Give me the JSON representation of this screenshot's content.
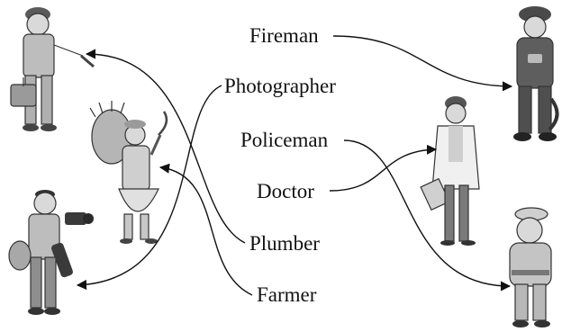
{
  "labels": {
    "fireman": "Fireman",
    "photographer": "Photographer",
    "policeman": "Policeman",
    "doctor": "Doctor",
    "plumber": "Plumber",
    "farmer": "Farmer"
  },
  "matches": [
    {
      "label": "Fireman",
      "picture": "fireman"
    },
    {
      "label": "Photographer",
      "picture": "photographer"
    },
    {
      "label": "Policeman",
      "picture": "policeman"
    },
    {
      "label": "Doctor",
      "picture": "doctor"
    },
    {
      "label": "Plumber",
      "picture": "plumber"
    },
    {
      "label": "Farmer",
      "picture": "farmer"
    }
  ],
  "colors": {
    "line": "#111111",
    "figure_fill": "#bdbdbd",
    "figure_dark": "#4a4a4a",
    "skin": "#d9d9d9"
  }
}
